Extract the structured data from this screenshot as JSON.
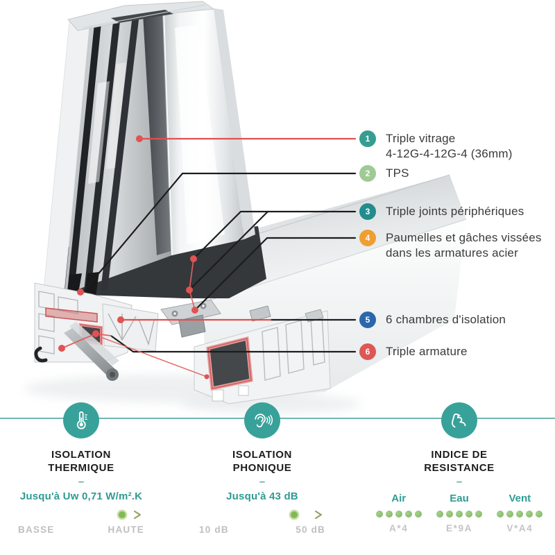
{
  "callouts": {
    "items": [
      {
        "number": "1",
        "color": "#369d92",
        "line1": "Triple vitrage",
        "line2": "4-12G-4-12G-4 (36mm)"
      },
      {
        "number": "2",
        "color": "#9fca96",
        "line1": "TPS",
        "line2": ""
      },
      {
        "number": "3",
        "color": "#238c8c",
        "line1": "Triple joints périphériques",
        "line2": ""
      },
      {
        "number": "4",
        "color": "#ef9f31",
        "line1": "Paumelles et gâches vissées",
        "line2": "dans les armatures acier"
      },
      {
        "number": "5",
        "color": "#2a67ad",
        "line1": "6 chambres d'isolation",
        "line2": ""
      },
      {
        "number": "6",
        "color": "#dd5757",
        "line1": "Triple armature",
        "line2": ""
      }
    ]
  },
  "metrics": {
    "thermal": {
      "icon": "thermometer-icon",
      "title1": "ISOLATION",
      "title2": "THERMIQUE",
      "sep": "–",
      "value": "Jusqu'à Uw 0,71 W/m².K",
      "scale_min": "BASSE",
      "scale_max": "HAUTE",
      "level_pct": 84
    },
    "acoustic": {
      "icon": "ear-icon",
      "title1": "ISOLATION",
      "title2": "PHONIQUE",
      "sep": "–",
      "value": "Jusqu'à 43 dB",
      "scale_min": "10 dB",
      "scale_max": "50 dB",
      "level_pct": 77
    },
    "resistance": {
      "icon": "muscle-icon",
      "title1": "INDICE DE",
      "title2": "RESISTANCE",
      "sep": "–",
      "items": [
        {
          "label": "Air",
          "rating": "A*4",
          "dots": 5
        },
        {
          "label": "Eau",
          "rating": "E*9A",
          "dots": 5
        },
        {
          "label": "Vent",
          "rating": "V*A4",
          "dots": 5
        }
      ]
    }
  },
  "colors": {
    "leader_red": "#e0504f",
    "leader_black": "#1c1c1c",
    "highlight_red": "#cf5f5f",
    "rule_teal": "#55aaa3",
    "icon_teal": "#38a29a",
    "rating_dot_green": "#8fc573",
    "gauge_dot_green": "#83b857",
    "value_teal": "#2f9b93"
  }
}
